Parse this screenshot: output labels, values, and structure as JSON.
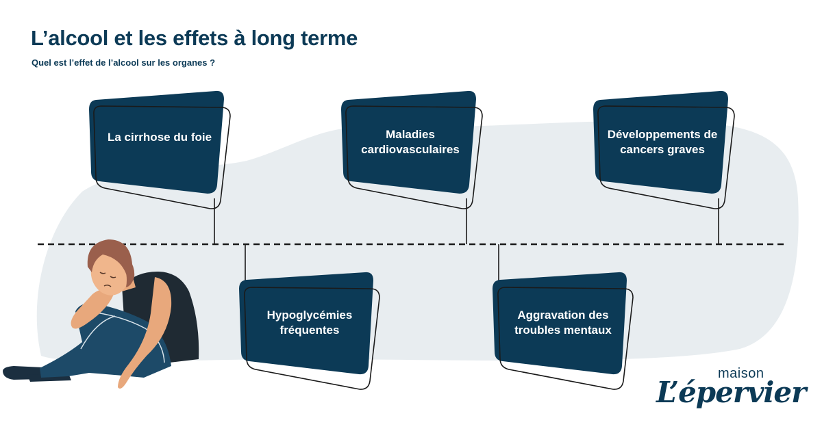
{
  "header": {
    "title": "L’alcool et les effets à long terme",
    "subtitle": "Quel est l’effet de l’alcool sur les organes ?"
  },
  "cards": {
    "cirrhose": "La cirrhose du foie",
    "cardio": "Maladies cardiovasculaires",
    "cancers": "Développements de cancers graves",
    "hypo": "Hypoglycémies fréquentes",
    "mental": "Aggravation des troubles mentaux"
  },
  "logo": {
    "top": "maison",
    "brand": "L’épervier"
  },
  "colors": {
    "navy": "#0c3a56",
    "background_blob": "#e8edf0",
    "card_outline": "#1a1a1a"
  }
}
